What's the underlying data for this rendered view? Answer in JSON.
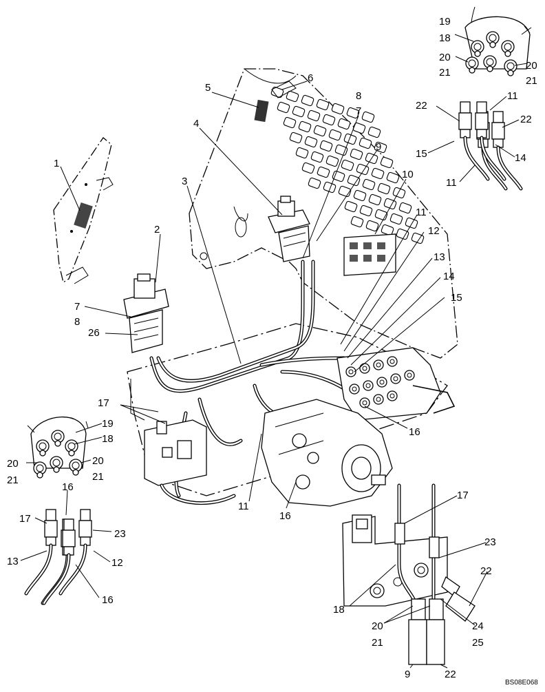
{
  "diagram": {
    "drawing_code": "BS08E068",
    "callouts": [
      {
        "id": "c-1",
        "text": "1"
      },
      {
        "id": "c-2",
        "text": "2"
      },
      {
        "id": "c-3",
        "text": "3"
      },
      {
        "id": "c-4",
        "text": "4"
      },
      {
        "id": "c-5",
        "text": "5"
      },
      {
        "id": "c-6",
        "text": "6"
      },
      {
        "id": "c-7a",
        "text": "7"
      },
      {
        "id": "c-8a",
        "text": "8"
      },
      {
        "id": "c-9a",
        "text": "9"
      },
      {
        "id": "c-10",
        "text": "10"
      },
      {
        "id": "c-11a",
        "text": "11"
      },
      {
        "id": "c-12a",
        "text": "12"
      },
      {
        "id": "c-13a",
        "text": "13"
      },
      {
        "id": "c-14a",
        "text": "14"
      },
      {
        "id": "c-15a",
        "text": "15"
      },
      {
        "id": "c-7b",
        "text": "7"
      },
      {
        "id": "c-8b",
        "text": "8"
      },
      {
        "id": "c-26",
        "text": "26"
      },
      {
        "id": "c-17a",
        "text": "17"
      },
      {
        "id": "c-16a",
        "text": "16"
      },
      {
        "id": "c-11b",
        "text": "11"
      },
      {
        "id": "c-16b",
        "text": "16"
      },
      {
        "id": "c-19a",
        "text": "19"
      },
      {
        "id": "c-18a",
        "text": "18"
      },
      {
        "id": "c-20a",
        "text": "20"
      },
      {
        "id": "c-21a",
        "text": "21"
      },
      {
        "id": "c-20b",
        "text": "20"
      },
      {
        "id": "c-21b",
        "text": "21"
      },
      {
        "id": "c-22a",
        "text": "22"
      },
      {
        "id": "c-11c",
        "text": "11"
      },
      {
        "id": "c-22b",
        "text": "22"
      },
      {
        "id": "c-15b",
        "text": "15"
      },
      {
        "id": "c-14b",
        "text": "14"
      },
      {
        "id": "c-11d",
        "text": "11"
      },
      {
        "id": "c-19b",
        "text": "19"
      },
      {
        "id": "c-18b",
        "text": "18"
      },
      {
        "id": "c-20c",
        "text": "20"
      },
      {
        "id": "c-21c",
        "text": "21"
      },
      {
        "id": "c-20d",
        "text": "20"
      },
      {
        "id": "c-21d",
        "text": "21"
      },
      {
        "id": "c-16c",
        "text": "16"
      },
      {
        "id": "c-17b",
        "text": "17"
      },
      {
        "id": "c-23a",
        "text": "23"
      },
      {
        "id": "c-13b",
        "text": "13"
      },
      {
        "id": "c-12b",
        "text": "12"
      },
      {
        "id": "c-16d",
        "text": "16"
      },
      {
        "id": "c-17c",
        "text": "17"
      },
      {
        "id": "c-23b",
        "text": "23"
      },
      {
        "id": "c-22c",
        "text": "22"
      },
      {
        "id": "c-18c",
        "text": "18"
      },
      {
        "id": "c-20e",
        "text": "20"
      },
      {
        "id": "c-21e",
        "text": "21"
      },
      {
        "id": "c-24",
        "text": "24"
      },
      {
        "id": "c-25",
        "text": "25"
      },
      {
        "id": "c-9b",
        "text": "9"
      },
      {
        "id": "c-22d",
        "text": "22"
      }
    ]
  }
}
